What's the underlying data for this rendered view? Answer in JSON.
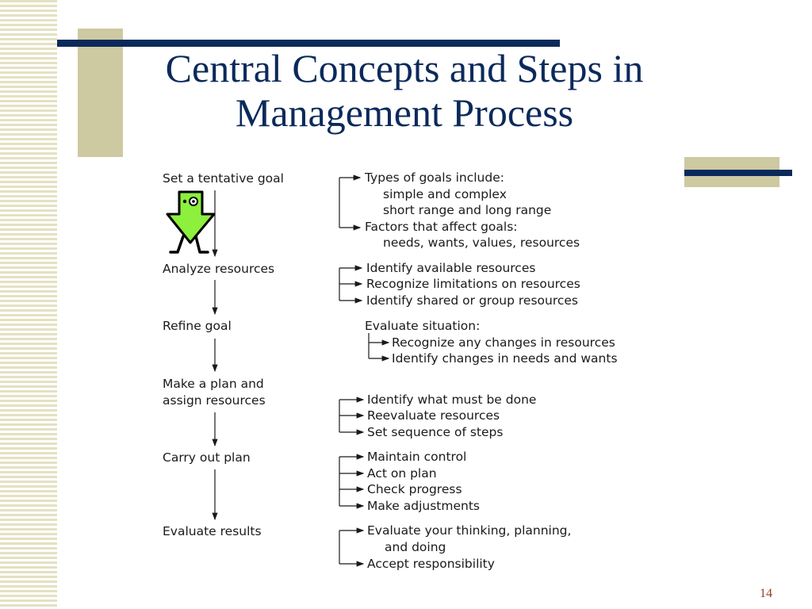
{
  "slide": {
    "title_line1": "Central Concepts and Steps in",
    "title_line2": "Management Process",
    "page_number": "14"
  },
  "colors": {
    "title": "#0b2a5b",
    "accent_bar": "#0b2a5b",
    "tan": "#cdc9a0",
    "page_number": "#9b3a1e",
    "mascot_fill": "#8cf03c"
  },
  "mascot_icon": "green-arrow-character-icon",
  "steps": [
    {
      "label": "Set a tentative goal",
      "details": [
        "Types of goals include:",
        "simple and complex",
        "short range and long range",
        "Factors that affect goals:",
        "needs, wants, values, resources"
      ]
    },
    {
      "label": "Analyze resources",
      "details": [
        "Identify available resources",
        "Recognize limitations on resources",
        "Identify shared or group resources"
      ]
    },
    {
      "label": "Refine goal",
      "intro": "Evaluate situation:",
      "details": [
        "Recognize any changes in resources",
        "Identify changes in needs and wants"
      ]
    },
    {
      "label_line1": "Make a plan and",
      "label_line2": "assign resources",
      "details": [
        "Identify what must be done",
        "Reevaluate resources",
        "Set sequence of steps"
      ]
    },
    {
      "label": "Carry out plan",
      "details": [
        "Maintain control",
        "Act on plan",
        "Check progress",
        "Make adjustments"
      ]
    },
    {
      "label": "Evaluate results",
      "details": [
        "Evaluate your thinking, planning,",
        "and doing",
        "Accept responsibility"
      ]
    }
  ]
}
